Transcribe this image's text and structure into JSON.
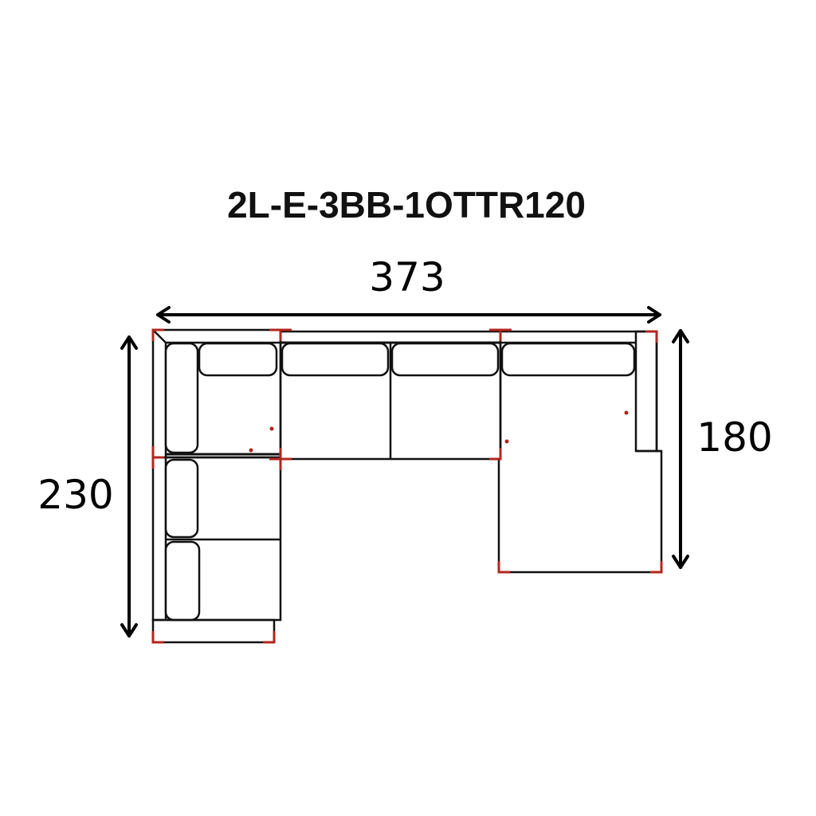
{
  "diagram": {
    "model_code": "2L-E-3BB-1OTTR120",
    "dimensions": {
      "width": "373",
      "depth_left": "230",
      "depth_right": "180"
    },
    "colors": {
      "line": "#111111",
      "accent_marks": "#b3261e",
      "background": "#ffffff"
    }
  }
}
